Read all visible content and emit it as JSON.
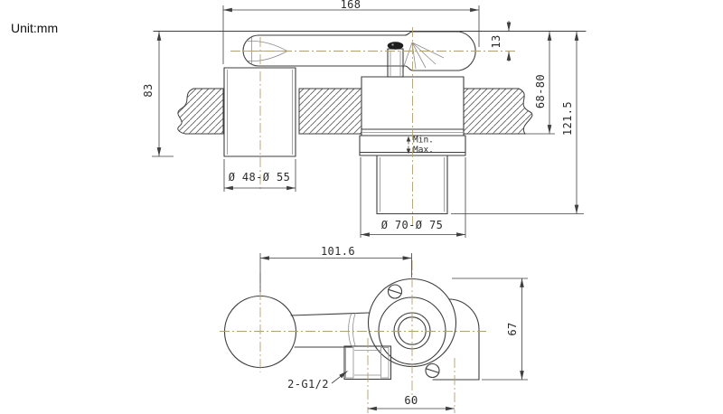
{
  "unit_label": "Unit:mm",
  "colors": {
    "line": "#3e3e3e",
    "dim": "#3e3e3e",
    "centerline": "#b2a070",
    "text": "#2b2b2b"
  },
  "front_view": {
    "dim_overall_length": "168",
    "dim_spout_offset": "13",
    "dim_left_height": "83",
    "dim_wall_range": "68-80",
    "dim_total_depth": "121.5",
    "dim_escutcheon_diameter": "Ø 48-Ø 55",
    "dim_body_diameter": "Ø 70-Ø 75",
    "label_min": "Min.",
    "label_max": "Max."
  },
  "plan_view": {
    "dim_handle_reach": "101.6",
    "dim_body_depth": "67",
    "dim_port_spacing": "60",
    "label_thread": "2-G1/2"
  }
}
